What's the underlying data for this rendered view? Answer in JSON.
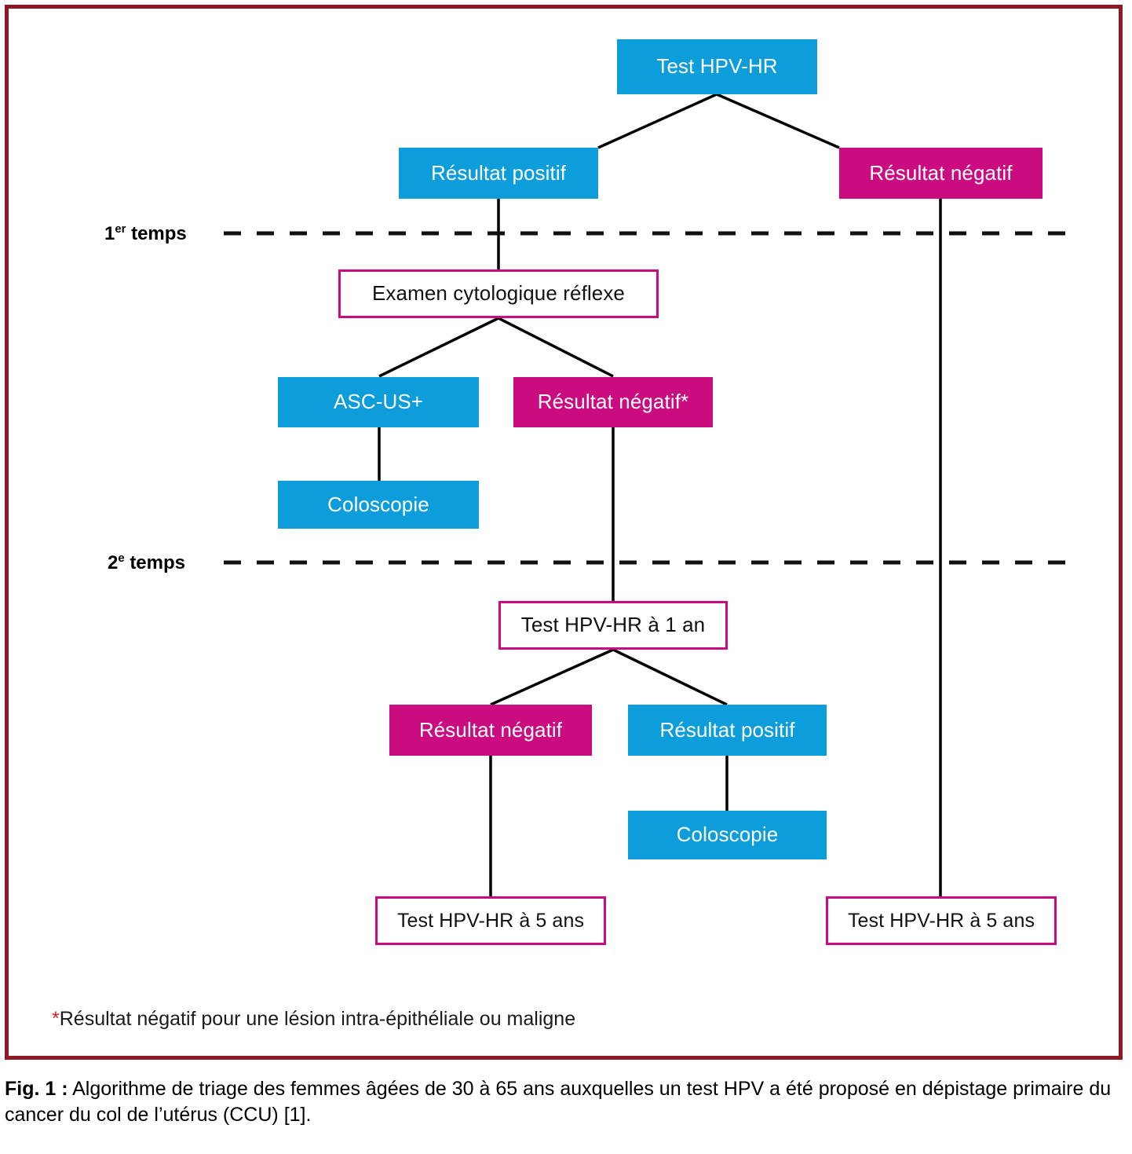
{
  "figure": {
    "border_color": "#8C1923",
    "colors": {
      "blue": "#0D9DDB",
      "pink": "#CB0C81",
      "outline_pink": "#CB0C81",
      "asterisk_red": "#D8232A",
      "line": "#000000"
    }
  },
  "nodes": {
    "test_hpv_hr": "Test HPV-HR",
    "resultat_positif_1": "Résultat positif",
    "resultat_negatif_1": "Résultat négatif",
    "examen_cytologique": "Examen cytologique réflexe",
    "asc_us_plus": "ASC-US+",
    "resultat_negatif_star": "Résultat négatif*",
    "coloscopie_1": "Coloscopie",
    "test_hpv_hr_1an": "Test HPV-HR à 1 an",
    "resultat_negatif_2": "Résultat négatif",
    "resultat_positif_2": "Résultat positif",
    "coloscopie_2": "Coloscopie",
    "test_hpv_hr_5ans_left": "Test HPV-HR à 5 ans",
    "test_hpv_hr_5ans_right": "Test HPV-HR à 5 ans"
  },
  "phases": {
    "first": {
      "number": "1",
      "ordinal": "er",
      "word": "temps"
    },
    "second": {
      "number": "2",
      "ordinal": "e",
      "word": "temps"
    }
  },
  "footnote": {
    "asterisk": "*",
    "text": "Résultat négatif pour une lésion intra-épithéliale ou maligne"
  },
  "caption": {
    "label": "Fig. 1 :",
    "text": " Algorithme de triage des femmes âgées de 30 à 65 ans auxquelles un test HPV a été proposé en dépistage primaire du cancer du col de l’utérus (CCU) [1]."
  }
}
